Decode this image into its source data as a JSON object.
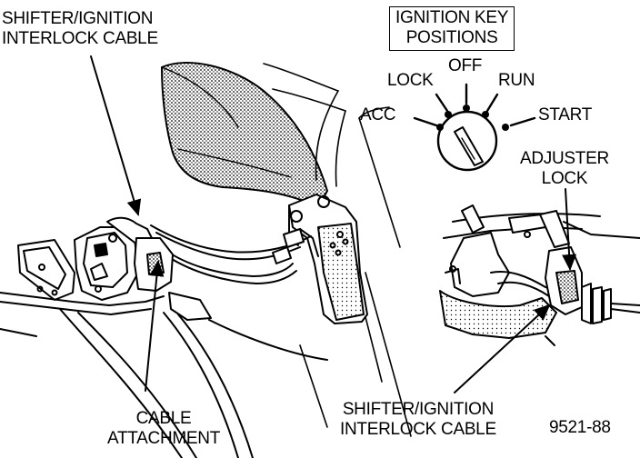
{
  "labels": {
    "top_cable_line1": "SHIFTER/IGNITION",
    "top_cable_line2": "INTERLOCK CABLE",
    "key_positions_line1": "IGNITION KEY",
    "key_positions_line2": "POSITIONS",
    "pos_off": "OFF",
    "pos_lock": "LOCK",
    "pos_run": "RUN",
    "pos_acc": "ACC",
    "pos_start": "START",
    "adjuster_line1": "ADJUSTER",
    "adjuster_line2": "LOCK",
    "cable_attach_line1": "CABLE",
    "cable_attach_line2": "ATTACHMENT",
    "bottom_cable_line1": "SHIFTER/IGNITION",
    "bottom_cable_line2": "INTERLOCK CABLE",
    "figure_number": "9521-88"
  },
  "colors": {
    "ink": "#000000",
    "paper": "#ffffff",
    "shade": "#7a7a7a"
  }
}
